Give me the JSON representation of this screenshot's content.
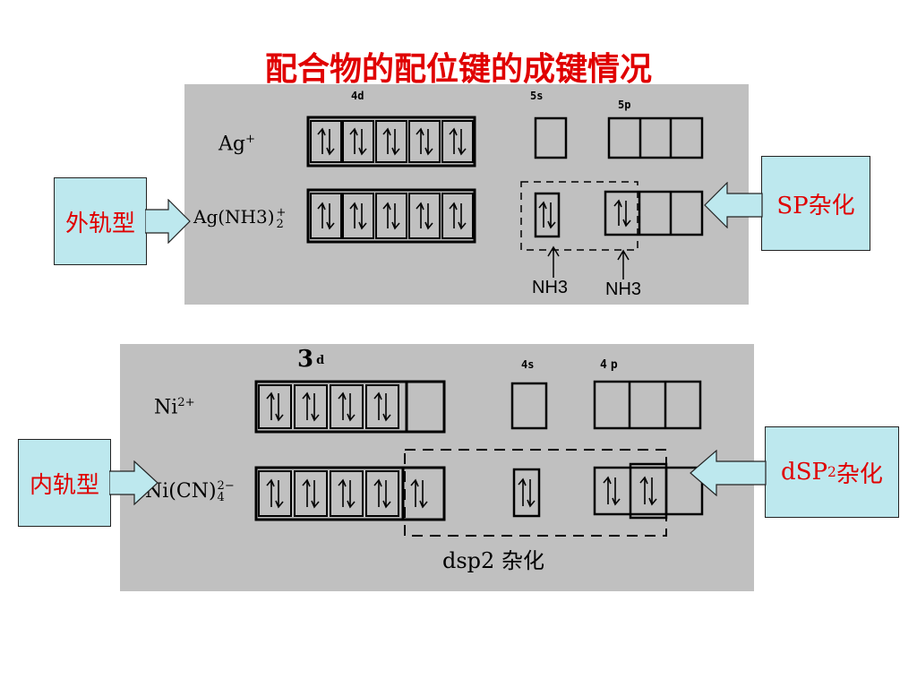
{
  "title": "配合物的配位键的成键情况",
  "panel_ag": {
    "orbital_labels": {
      "d": "4d",
      "s": "5s",
      "p": "5p"
    },
    "row1": {
      "base": "Ag",
      "sup": "+"
    },
    "row2": {
      "base": "Ag(NH3)",
      "sup": "+",
      "sub": "2"
    },
    "ligand_labels": [
      "NH3",
      "NH3"
    ]
  },
  "panel_ni": {
    "orbital_labels": {
      "d_num": "3",
      "d_letter": "d",
      "s": "4s",
      "p": "4p"
    },
    "row1": {
      "base": "Ni",
      "sup": "2+"
    },
    "row2": {
      "base": "Ni(CN)",
      "sup": "2−",
      "sub": "4"
    },
    "hybrid_label": "dsp2 杂化"
  },
  "callouts": {
    "outer": "外轨型",
    "inner": "内轨型",
    "sp": "SP杂化",
    "dsp2_pre": "dSP",
    "dsp2_sup": "2",
    "dsp2_post": "杂化"
  },
  "colors": {
    "title": "#e00000",
    "panel": "#c0c0c0",
    "callout_fill": "#bde8ee",
    "callout_text": "#e00000"
  }
}
